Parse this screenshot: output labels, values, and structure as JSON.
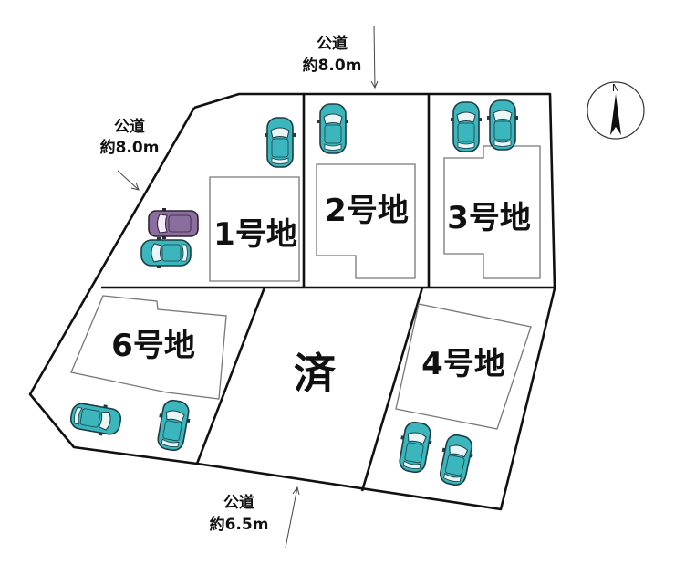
{
  "roads": {
    "north": {
      "name": "公道",
      "width": "約8.0m"
    },
    "west": {
      "name": "公道",
      "width": "約8.0m"
    },
    "south": {
      "name": "公道",
      "width": "約6.5m"
    }
  },
  "lots": {
    "lot1": "1号地",
    "lot2": "2号地",
    "lot3": "3号地",
    "lot4": "4号地",
    "lot6": "6号地",
    "sold": "済"
  },
  "compass": {
    "label": "N"
  },
  "colors": {
    "car_teal": "#3bb6bd",
    "car_purple": "#8a6f9e",
    "outline": "#111111",
    "building": "#777777"
  }
}
